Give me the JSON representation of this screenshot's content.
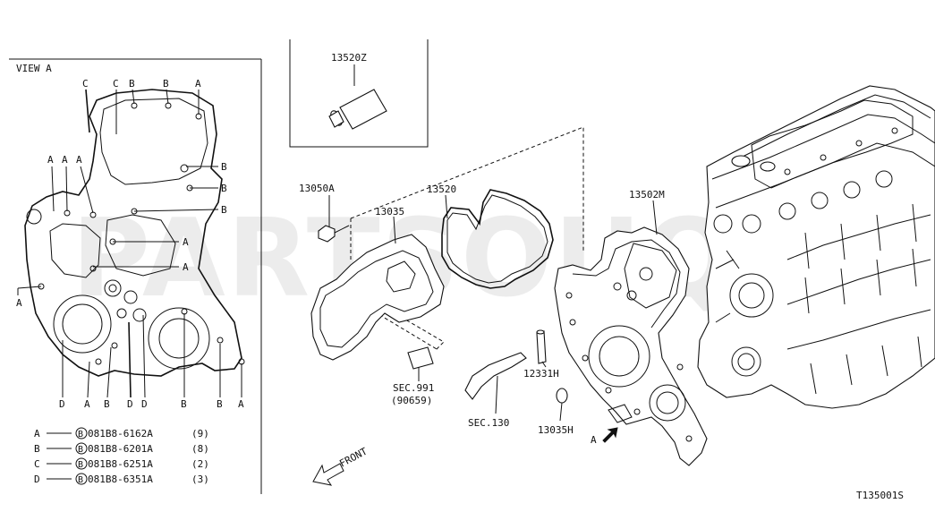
{
  "view_label": "VIEW A",
  "inset_part": "13520Z",
  "watermark": "PARTSOUQ.COM",
  "diagram_code": "T135001S",
  "front_label": "FRONT",
  "view_arrow_label": "A",
  "callouts": {
    "p13050A": "13050A",
    "p13035": "13035",
    "p13520": "13520",
    "p13502M": "13502M",
    "p12331H": "12331H",
    "p13035H": "13035H",
    "sec991": "SEC.991",
    "sec991sub": "(90659)",
    "sec130": "SEC.130"
  },
  "bolt_letters_top": [
    "C",
    "C",
    "B",
    "B",
    "A"
  ],
  "bolt_letters_left": [
    "A",
    "A",
    "A"
  ],
  "bolt_letters_right": [
    "B",
    "B",
    "B",
    "A",
    "A"
  ],
  "bolt_letters_bottom": [
    "D",
    "A",
    "B",
    "D",
    "D",
    "B",
    "B",
    "A"
  ],
  "bolt_letter_side_a": "A",
  "legend": [
    {
      "key": "A",
      "code": "081B8-6162A",
      "qty": "(9)"
    },
    {
      "key": "B",
      "code": "081B8-6201A",
      "qty": "(8)"
    },
    {
      "key": "C",
      "code": "081B8-6251A",
      "qty": "(2)"
    },
    {
      "key": "D",
      "code": "081B8-6351A",
      "qty": "(3)"
    }
  ],
  "legend_circle_letter": "B"
}
